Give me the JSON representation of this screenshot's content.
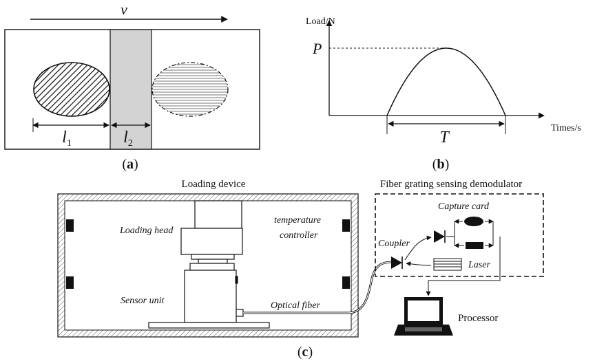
{
  "panel_a": {
    "velocity_symbol": "v",
    "dim_l1": "l",
    "dim_l1_sub": "1",
    "dim_l2": "l",
    "dim_l2_sub": "2",
    "caption": "a"
  },
  "panel_b": {
    "ylabel": "Load/N",
    "xlabel": "Times/s",
    "peak_symbol": "P",
    "period_symbol": "T",
    "caption": "b"
  },
  "panel_c": {
    "loading_device": "Loading device",
    "demodulator": "Fiber grating sensing demodulator",
    "loading_head": "Loading head",
    "temperature_controller_1": "temperature",
    "temperature_controller_2": "controller",
    "sensor_unit": "Sensor unit",
    "optical_fiber": "Optical fiber",
    "capture_card": "Capture card",
    "coupler": "Coupler",
    "laser": "Laser",
    "processor": "Processor",
    "caption": "c"
  },
  "colors": {
    "ink": "#111111",
    "gray_band": "#d3d3d3",
    "hatch": "#7a7a7a"
  }
}
